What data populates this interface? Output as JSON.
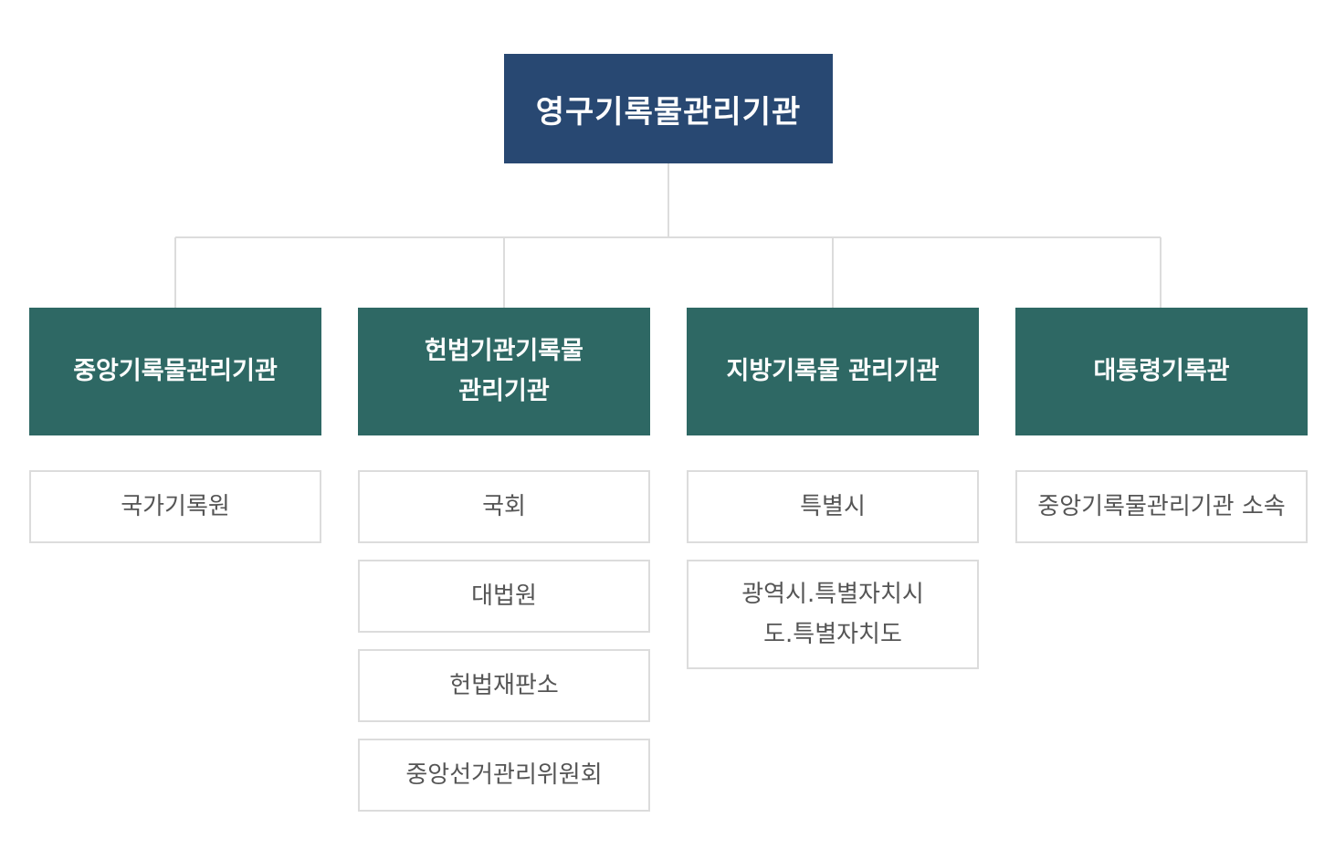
{
  "diagram": {
    "root": {
      "label": "영구기록물관리기관"
    },
    "categories": [
      {
        "label": "중앙기록물관리기관",
        "children": [
          {
            "label": "국가기록원"
          }
        ]
      },
      {
        "label": "헌법기관기록물\n관리기관",
        "children": [
          {
            "label": "국회"
          },
          {
            "label": "대법원"
          },
          {
            "label": "헌법재판소"
          },
          {
            "label": "중앙선거관리위원회"
          }
        ]
      },
      {
        "label": "지방기록물 관리기관",
        "children": [
          {
            "label": "특별시"
          },
          {
            "label": "광역시.특별자치시\n도.특별자치도"
          }
        ]
      },
      {
        "label": "대통령기록관",
        "children": [
          {
            "label": "중앙기록물관리기관 소속"
          }
        ]
      }
    ],
    "colors": {
      "root_fill": "#284872",
      "category_fill": "#2e6864",
      "connector": "#dcdcdc",
      "child_border": "#dcdcdc",
      "child_text": "#555555"
    }
  }
}
